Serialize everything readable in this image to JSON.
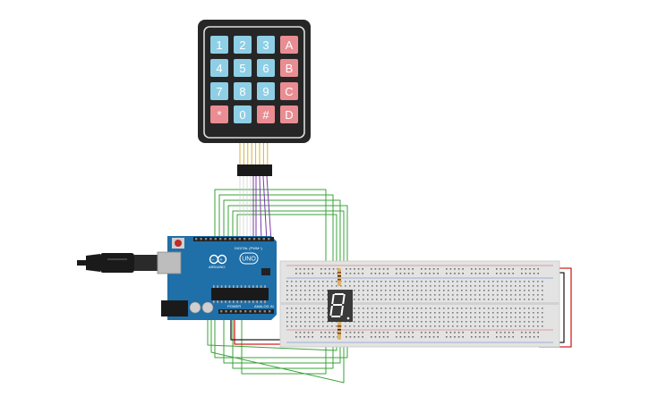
{
  "keypad": {
    "keys": [
      {
        "label": "1",
        "kind": "num"
      },
      {
        "label": "2",
        "kind": "num"
      },
      {
        "label": "3",
        "kind": "num"
      },
      {
        "label": "A",
        "kind": "letter"
      },
      {
        "label": "4",
        "kind": "num"
      },
      {
        "label": "5",
        "kind": "num"
      },
      {
        "label": "6",
        "kind": "num"
      },
      {
        "label": "B",
        "kind": "letter"
      },
      {
        "label": "7",
        "kind": "num"
      },
      {
        "label": "8",
        "kind": "num"
      },
      {
        "label": "9",
        "kind": "num"
      },
      {
        "label": "C",
        "kind": "letter"
      },
      {
        "label": "*",
        "kind": "letter"
      },
      {
        "label": "0",
        "kind": "num"
      },
      {
        "label": "#",
        "kind": "letter"
      },
      {
        "label": "D",
        "kind": "letter"
      }
    ]
  },
  "arduino": {
    "brand": "ARDUINO",
    "model": "UNO",
    "digital_label": "DIGITAL (PWM~)",
    "power_label": "POWER",
    "analog_label": "ANALOG IN"
  },
  "display": {
    "digit": "8"
  },
  "colors": {
    "num_key": "#8ecfe6",
    "letter_key": "#e98d92",
    "keypad_body": "#262626",
    "board": "#1f6fa8",
    "breadboard": "#e3e3e3",
    "wire_green": "#3aa33a",
    "wire_purple": "#7a3aa8",
    "wire_red": "#d42020",
    "wire_black": "#222222"
  },
  "icons": {
    "usb_cable": "usb-cable-icon",
    "infinity_logo": "infinity-logo-icon"
  }
}
